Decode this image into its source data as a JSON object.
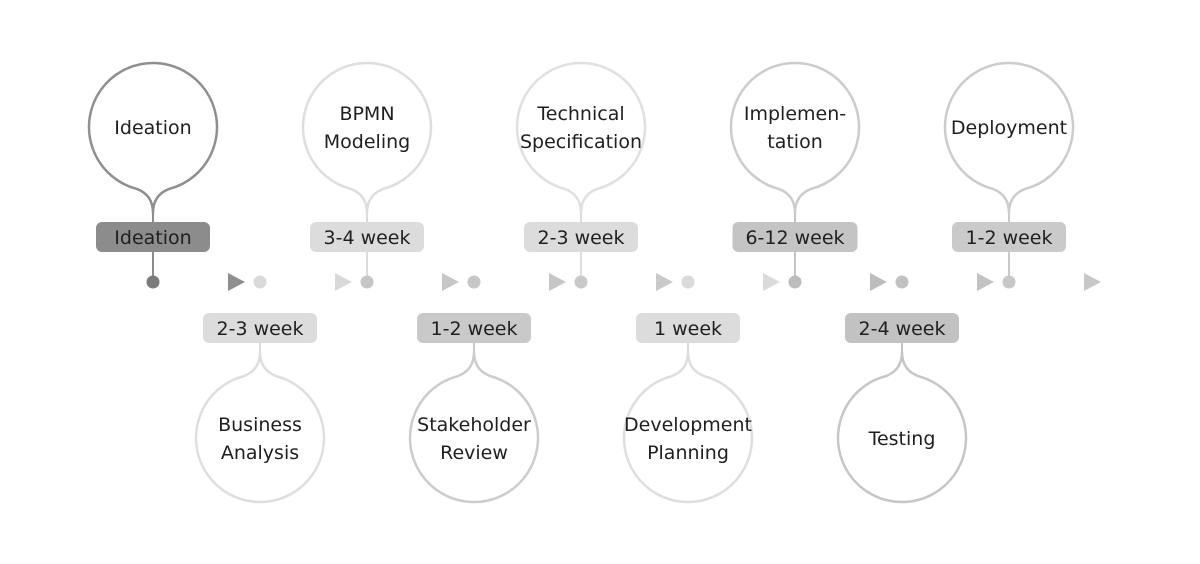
{
  "stages": [
    {
      "label_lines": [
        "Ideation"
      ],
      "duration": "Ideation",
      "position": "above",
      "color": "#8c8c8c",
      "bubble_stroke": "#8f8f8f",
      "arrow_color": "#8f8f8f"
    },
    {
      "label_lines": [
        "Business",
        "Analysis"
      ],
      "duration": "2-3 week",
      "position": "below",
      "color": "#dcdcdc",
      "bubble_stroke": "#dedede",
      "arrow_color": "#d9d9d9"
    },
    {
      "label_lines": [
        "BPMN",
        "Modeling"
      ],
      "duration": "3-4 week",
      "position": "above",
      "color": "#dcdcdc",
      "bubble_stroke": "#dedede",
      "arrow_color": "#c6c6c6"
    },
    {
      "label_lines": [
        "Stakeholder",
        "Review"
      ],
      "duration": "1-2 week",
      "position": "below",
      "color": "#c9c9c9",
      "bubble_stroke": "#cccccc",
      "arrow_color": "#c6c6c6"
    },
    {
      "label_lines": [
        "Technical",
        "Specification"
      ],
      "duration": "2-3 week",
      "position": "above",
      "color": "#dcdcdc",
      "bubble_stroke": "#e0e0e0",
      "arrow_color": "#c9c9c9"
    },
    {
      "label_lines": [
        "Development",
        "Planning"
      ],
      "duration": "1 week",
      "position": "below",
      "color": "#dcdcdc",
      "bubble_stroke": "#dedede",
      "arrow_color": "#dadada"
    },
    {
      "label_lines": [
        "Implemen-",
        "tation"
      ],
      "duration": "6-12 week",
      "position": "above",
      "color": "#c4c4c4",
      "bubble_stroke": "#cccccc",
      "arrow_color": "#bdbdbd"
    },
    {
      "label_lines": [
        "Testing"
      ],
      "duration": "2-4 week",
      "position": "below",
      "color": "#c2c2c2",
      "bubble_stroke": "#c6c6c6",
      "arrow_color": "#c2c2c2"
    },
    {
      "label_lines": [
        "Deployment"
      ],
      "duration": "1-2 week",
      "position": "above",
      "color": "#cacaca",
      "bubble_stroke": "#cccccc",
      "arrow_color": "#c8c8c8"
    }
  ]
}
